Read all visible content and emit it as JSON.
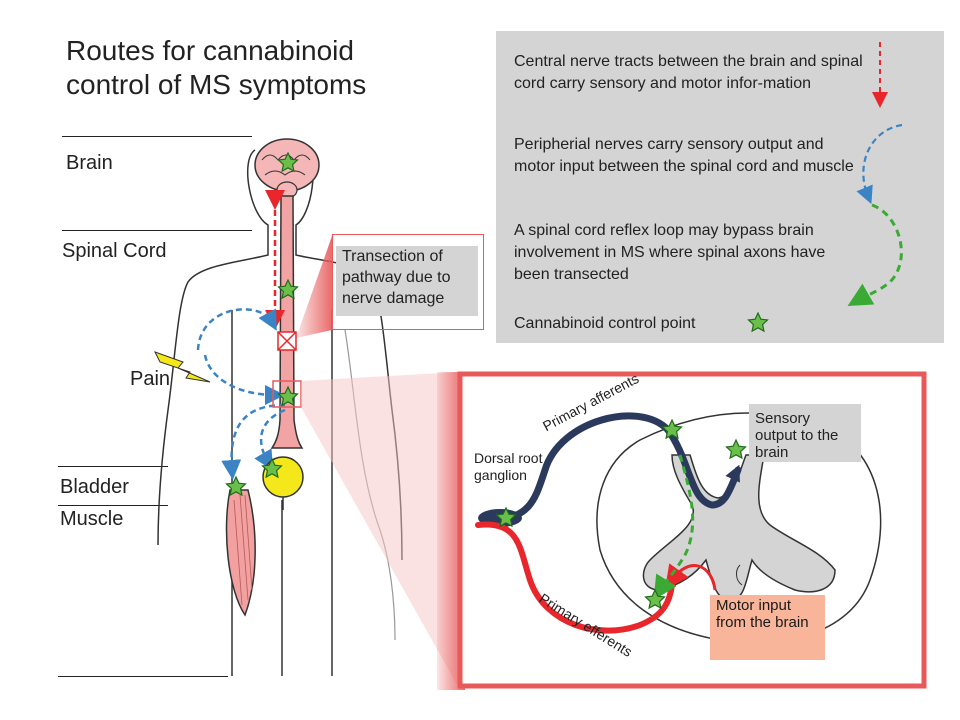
{
  "title_line1": "Routes for cannabinoid",
  "title_line2": "control of MS symptoms",
  "body_labels": {
    "brain": "Brain",
    "spinal_cord": "Spinal Cord",
    "pain": "Pain",
    "bladder": "Bladder",
    "muscle": "Muscle"
  },
  "legend": {
    "central": "Central nerve tracts between the brain and spinal cord carry sensory and motor infor-mation",
    "peripheral": "Peripherial nerves carry sensory output and motor input between the spinal cord and muscle",
    "reflex": "A spinal cord reflex loop may bypass brain involvement in MS where spinal axons have been transected",
    "control_point": "Cannabinoid control point"
  },
  "transection_callout": "Transection of pathway due to nerve damage",
  "inset": {
    "dorsal_root": "Dorsal root ganglion",
    "primary_afferents": "Primary afferents",
    "primary_efferents": "Primary efferents",
    "sensory_output": "Sensory output to the brain",
    "motor_input": "Motor input from the brain"
  },
  "colors": {
    "red": "#e8262b",
    "blue": "#3a84c5",
    "green": "#3aaa35",
    "star": "#6abf4b",
    "navy": "#2b3a5c",
    "cord_pink": "#f2a3a3",
    "brain_pink": "#f4b6b6",
    "bladder_yellow": "#f5e81a",
    "muscle_pink": "#f2a0a0",
    "legend_gray": "#d4d4d4",
    "inset_border": "#e85a5a",
    "motor_box": "#f8b59a"
  }
}
